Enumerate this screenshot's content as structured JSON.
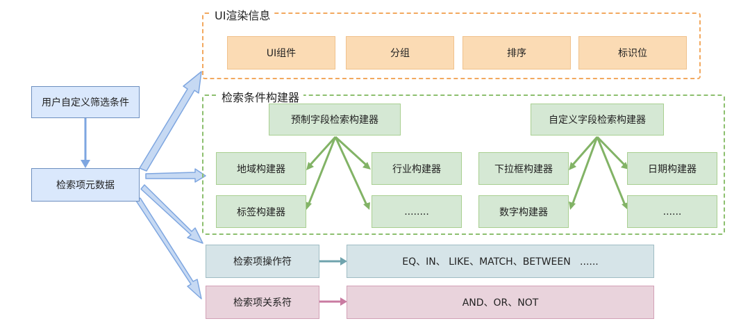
{
  "ui_render": {
    "title": "UI渲染信息",
    "items": [
      "UI组件",
      "分组",
      "排序",
      "标识位"
    ]
  },
  "source": {
    "user_filter": "用户自定义筛选条件",
    "item_meta": "检索项元数据"
  },
  "builders": {
    "title": "检索条件构建器",
    "preset": {
      "label": "预制字段检索构建器",
      "children": [
        "地域构建器",
        "行业构建器",
        "标签构建器",
        "........"
      ]
    },
    "custom": {
      "label": "自定义字段检索构建器",
      "children": [
        "下拉框构建器",
        "日期构建器",
        "数字构建器",
        "......"
      ]
    }
  },
  "operators": {
    "label": "检索项操作符",
    "values": "EQ、IN、 LIKE、MATCH、BETWEEN   ......"
  },
  "relations": {
    "label": "检索项关系符",
    "values": "AND、OR、NOT"
  },
  "colors": {
    "blue_arrow": "#7ea6e0",
    "green_arrow": "#82b366",
    "teal_arrow": "#6fa3ad",
    "pink_arrow": "#c97ba1"
  }
}
